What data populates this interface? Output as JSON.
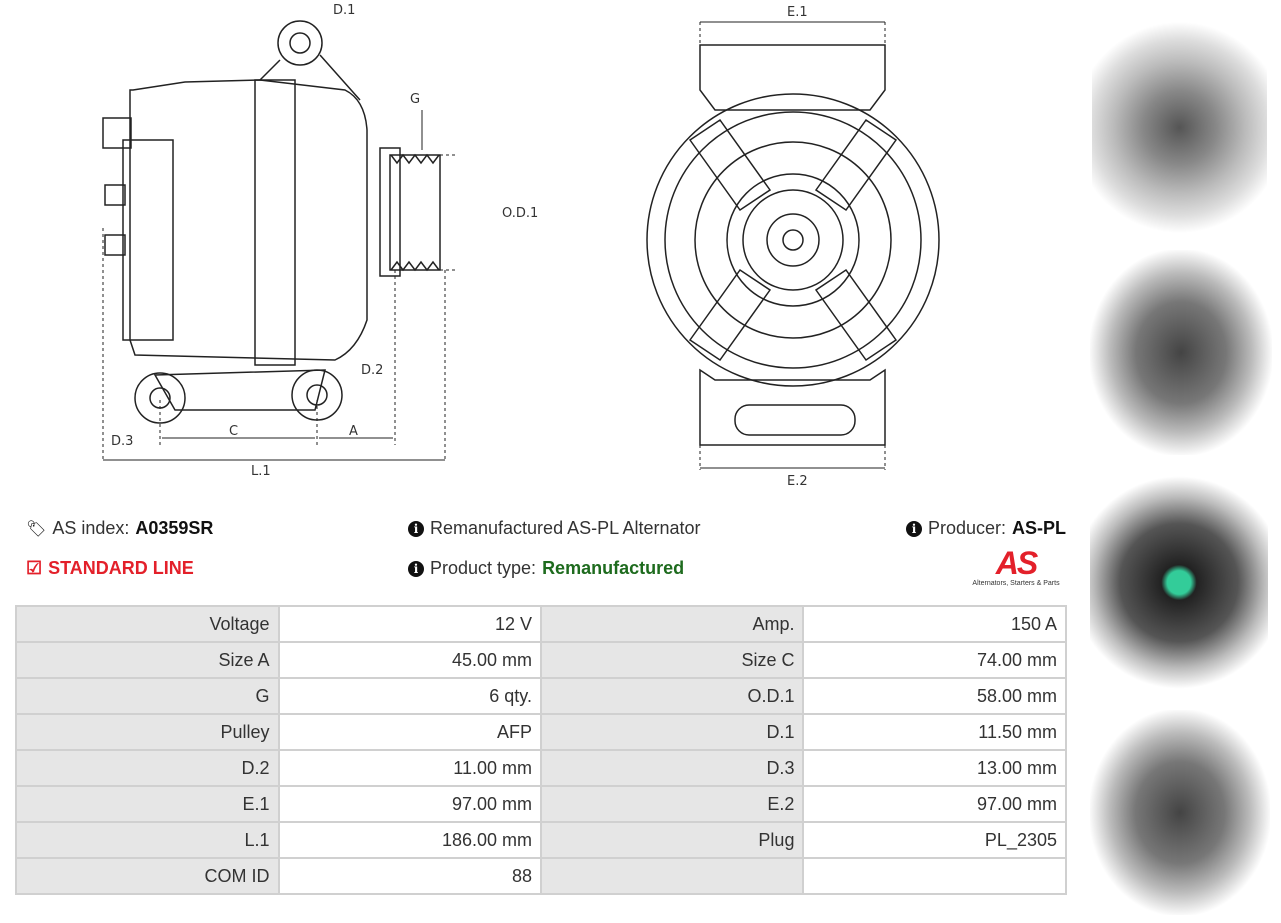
{
  "drawing": {
    "labels": {
      "d1": "D.1",
      "d2": "D.2",
      "d3": "D.3",
      "g": "G",
      "od1": "O.D.1",
      "c": "C",
      "a": "A",
      "l1": "L.1",
      "e1": "E.1",
      "e2": "E.2"
    }
  },
  "info": {
    "as_index_label": "AS index:",
    "as_index_value": "A0359SR",
    "standard_line": "STANDARD LINE",
    "description": "Remanufactured AS-PL Alternator",
    "product_type_label": "Product type:",
    "product_type_value": "Remanufactured",
    "producer_label": "Producer:",
    "producer_value": "AS-PL",
    "logo_text": "AS",
    "logo_tagline": "Alternators, Starters & Parts"
  },
  "colors": {
    "red": "#e3202a",
    "green": "#1e6b1e"
  },
  "specs": [
    [
      "Voltage",
      "12 V",
      "Amp.",
      "150 A"
    ],
    [
      "Size A",
      "45.00 mm",
      "Size C",
      "74.00 mm"
    ],
    [
      "G",
      "6 qty.",
      "O.D.1",
      "58.00 mm"
    ],
    [
      "Pulley",
      "AFP",
      "D.1",
      "11.50 mm"
    ],
    [
      "D.2",
      "11.00 mm",
      "D.3",
      "13.00 mm"
    ],
    [
      "E.1",
      "97.00 mm",
      "E.2",
      "97.00 mm"
    ],
    [
      "L.1",
      "186.00 mm",
      "Plug",
      "PL_2305"
    ],
    [
      "COM ID",
      "88",
      "",
      ""
    ]
  ]
}
